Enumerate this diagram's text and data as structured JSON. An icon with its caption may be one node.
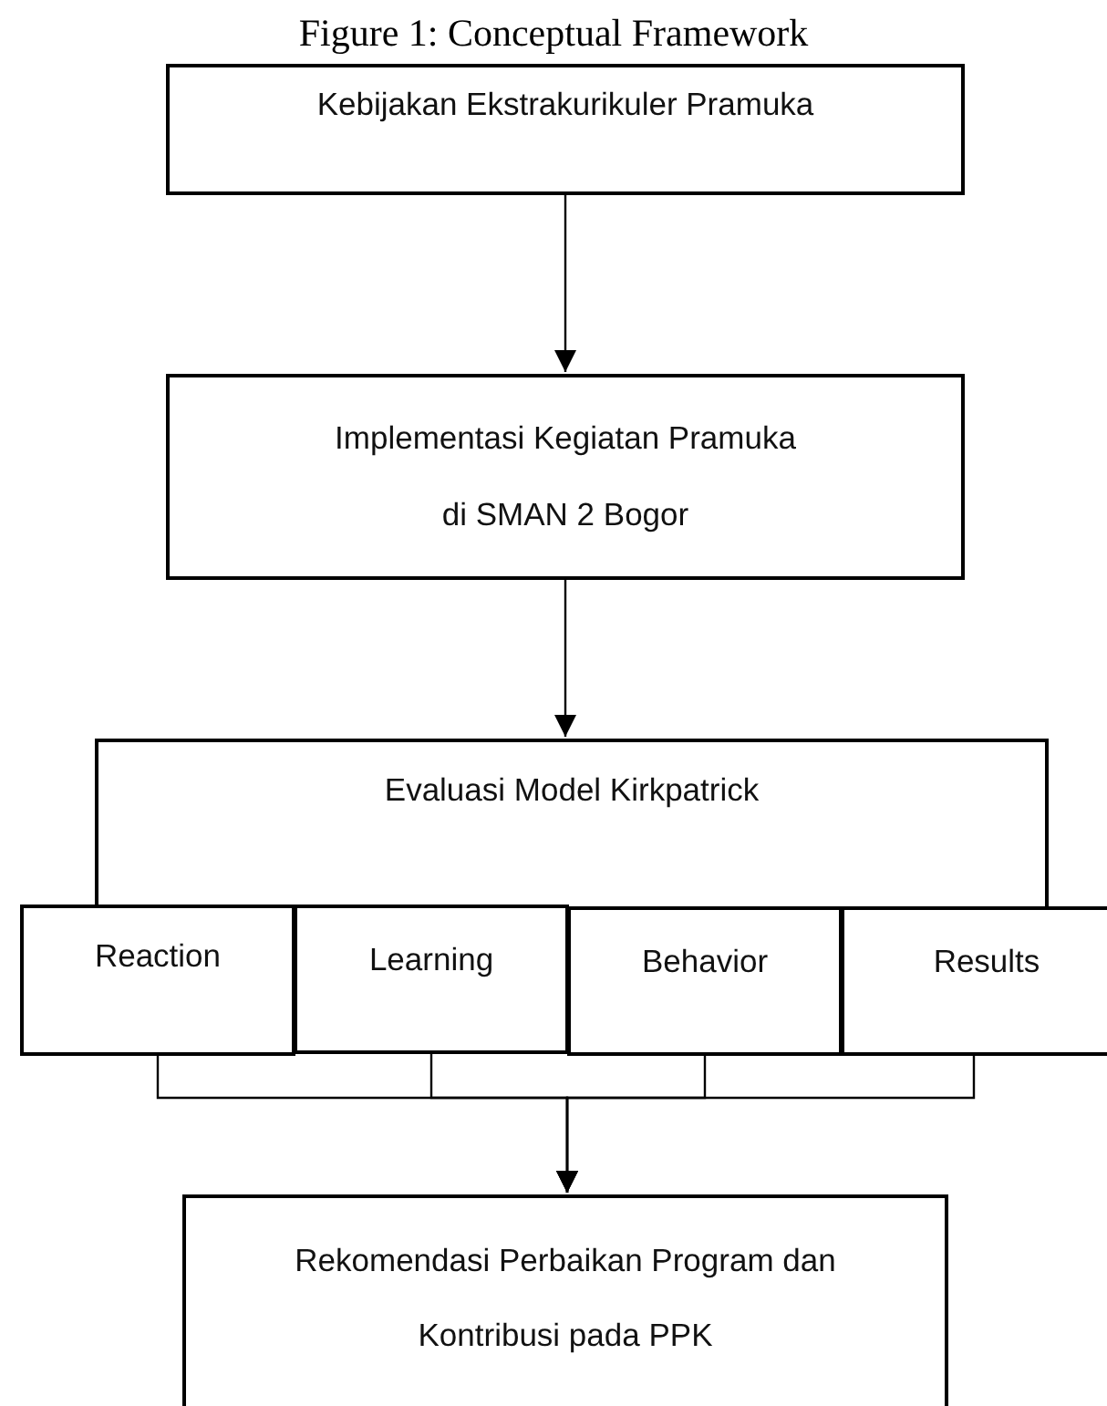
{
  "diagram": {
    "title": "Figure 1: Conceptual Framework",
    "nodes": [
      {
        "text": [
          "Kebijakan Ekstrakurikuler Pramuka"
        ]
      },
      {
        "text": [
          "Implementasi Kegiatan Pramuka di SMAN 2 Bogor"
        ]
      },
      {
        "text": [
          "Evaluasi Model Kirkpatrick"
        ]
      },
      {
        "text": [
          "Reaction"
        ]
      },
      {
        "text": [
          "Learning"
        ]
      },
      {
        "text": [
          "Behavior"
        ]
      },
      {
        "text": [
          "Results"
        ]
      },
      {
        "text": [
          "Rekomendasi Perbaikan Program dan Kontribusi pada PPK"
        ]
      }
    ],
    "edges": [
      {
        "from": 0,
        "to": 1,
        "arrow": "to"
      },
      {
        "from": 1,
        "to": 2,
        "arrow": "to"
      },
      {
        "from": 3,
        "to": 7,
        "arrow": "to"
      },
      {
        "from": 4,
        "to": 7,
        "arrow": "to"
      },
      {
        "from": 5,
        "to": 7,
        "arrow": "to"
      },
      {
        "from": 6,
        "to": 7,
        "arrow": "to"
      }
    ]
  }
}
